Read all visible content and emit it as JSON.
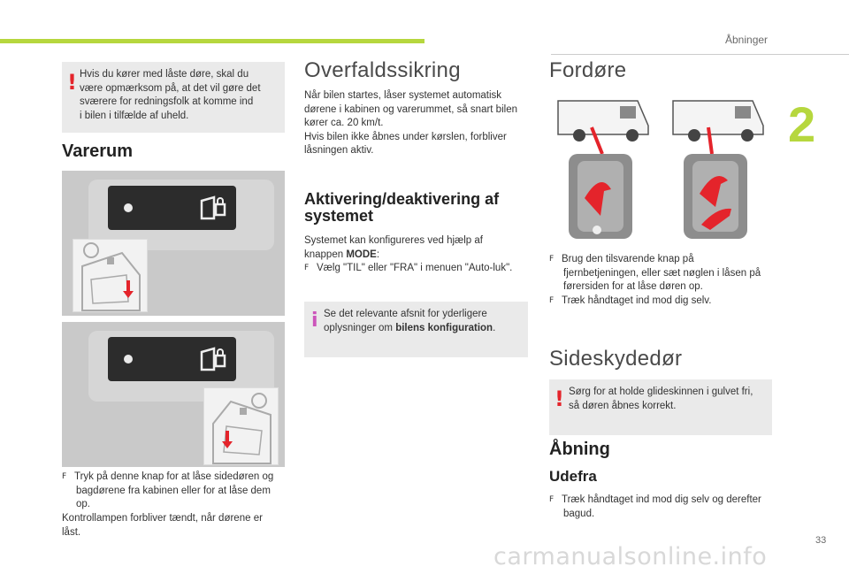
{
  "header": {
    "section": "Åbninger",
    "chapter_number": "2",
    "page_number": "33"
  },
  "col1": {
    "warning_lines": [
      "Hvis du kører med låste døre, skal du",
      "være opmærksom på, at det vil gøre det",
      "sværere for redningsfolk at komme ind",
      "i bilen i tilfælde af uheld."
    ],
    "heading": "Varerum",
    "bullet_lines": [
      "Tryk på denne knap for at låse sidedøren og",
      "bagdørene fra kabinen eller for at låse dem",
      "op."
    ],
    "after_lines": [
      "Kontrollampen forbliver tændt, når dørene er",
      "låst."
    ]
  },
  "col2": {
    "heading": "Overfaldssikring",
    "para_lines": [
      "Når bilen startes, låser systemet automatisk",
      "dørene i kabinen og varerummet, så snart bilen",
      "kører ca. 20 km/t.",
      "Hvis bilen ikke åbnes under kørslen, forbliver",
      "låsningen aktiv."
    ],
    "subheading_lines": [
      "Aktivering/deaktivering af",
      "systemet"
    ],
    "config_lines": [
      "Systemet kan konfigureres ved hjælp af"
    ],
    "config_prefix": "knappen ",
    "config_bold": "MODE",
    "config_suffix": ":",
    "bullet": "Vælg \"TIL\" eller \"FRA\" i menuen \"Auto-luk\".",
    "info_line1": "Se det relevante afsnit for yderligere",
    "info_prefix": "oplysninger om ",
    "info_bold": "bilens konfiguration",
    "info_suffix": "."
  },
  "col3": {
    "heading": "Fordøre",
    "bullets": [
      [
        "Brug den tilsvarende knap på",
        "fjernbetjeningen, eller sæt nøglen i låsen på",
        "førersiden for at låse døren op."
      ],
      [
        "Træk håndtaget ind mod dig selv."
      ]
    ],
    "heading2": "Sideskydedør",
    "warning_lines": [
      "Sørg for at holde glideskinnen i gulvet fri,",
      "så døren åbnes korrekt."
    ],
    "heading3": "Åbning",
    "subheading": "Udefra",
    "bullet_lines": [
      "Træk håndtaget ind mod dig selv og derefter",
      "bagud."
    ]
  },
  "symbols": {
    "warning": "!",
    "info": "i",
    "bullet": "F"
  },
  "colors": {
    "accent": "#b6d73e",
    "warning": "#e4242b",
    "info": "#cc55bb",
    "arrow": "#e4242b"
  },
  "watermark": "carmanualsonline.info"
}
